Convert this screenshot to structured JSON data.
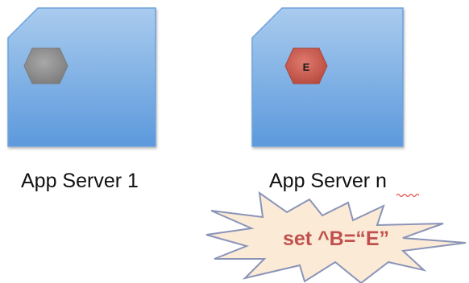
{
  "servers": [
    {
      "label": "App Server 1",
      "hex_fill": "#8e8e8e",
      "hex_text": ""
    },
    {
      "label": "App Server n",
      "hex_fill": "#c9574b",
      "hex_text": "E"
    }
  ],
  "callout": {
    "text": "set ^B=“E”",
    "text_color": "#c0504d",
    "fill": "#fbead6",
    "stroke": "#8a94b8"
  },
  "colors": {
    "box_top": "#a9cbee",
    "box_bottom": "#5c99dc",
    "box_stroke": "#6ea3dc"
  }
}
